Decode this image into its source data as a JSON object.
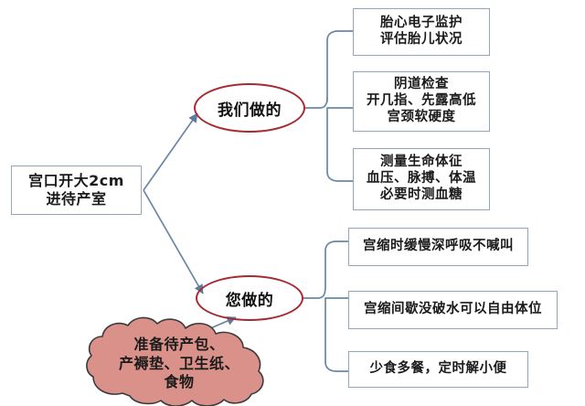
{
  "diagram": {
    "title_root": {
      "lines": [
        "宫口开大2cm",
        "进待产室"
      ]
    },
    "branches": [
      {
        "label": "我们做的",
        "items": [
          {
            "lines": [
              "胎心电子监护",
              "评估胎儿状况"
            ]
          },
          {
            "lines": [
              "阴道检查",
              "开几指、先露高低",
              "宫颈软硬度"
            ]
          },
          {
            "lines": [
              "测量生命体征",
              "血压、脉搏、体温",
              "必要时测血糖"
            ]
          }
        ]
      },
      {
        "label": "您做的",
        "items": [
          {
            "lines": [
              "宫缩时缓慢深呼吸不喊叫"
            ]
          },
          {
            "lines": [
              "宫缩间歇没破水可以自由体位"
            ]
          },
          {
            "lines": [
              "少食多餐，定时解小便"
            ]
          }
        ]
      }
    ],
    "cloud": {
      "lines": [
        "准备待产包、",
        "产褥垫、卫生纸、",
        "食物"
      ]
    },
    "watermark": "",
    "colors": {
      "box_border": "#93a6bd",
      "oval_border": "#a62a31",
      "connector": "#6a86a6",
      "cloud_fill": "#d9918a",
      "cloud_border": "#3b3b3b",
      "text": "#1b1b1b",
      "background": "#ffffff"
    }
  }
}
